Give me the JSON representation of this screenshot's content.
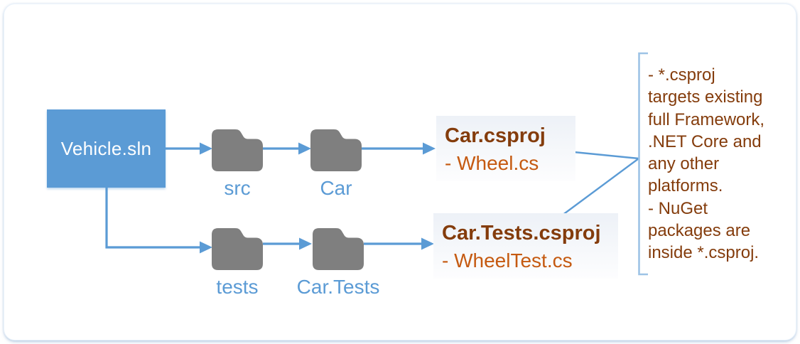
{
  "colors": {
    "accent": "#5B9BD5",
    "folder": "#7F7F7F",
    "bracket": "#9DC3E6",
    "title_text": "#843C0C",
    "item_text": "#C55A11",
    "solution_text": "#FFFFFF"
  },
  "icons": {
    "folder": "folder-icon"
  },
  "solution": {
    "label": "Vehicle.sln"
  },
  "folders": [
    "src",
    "Car",
    "tests",
    "Car.Tests"
  ],
  "projects": [
    {
      "title": "Car.csproj",
      "item": "- Wheel.cs"
    },
    {
      "title": "Car.Tests.csproj",
      "item": "- WheelTest.cs"
    }
  ],
  "annotation": {
    "lines": [
      "- *.csproj",
      "targets existing",
      "full Framework,",
      ".NET Core and",
      "any other",
      "platforms.",
      "- NuGet",
      "packages are",
      "inside *.csproj."
    ]
  }
}
